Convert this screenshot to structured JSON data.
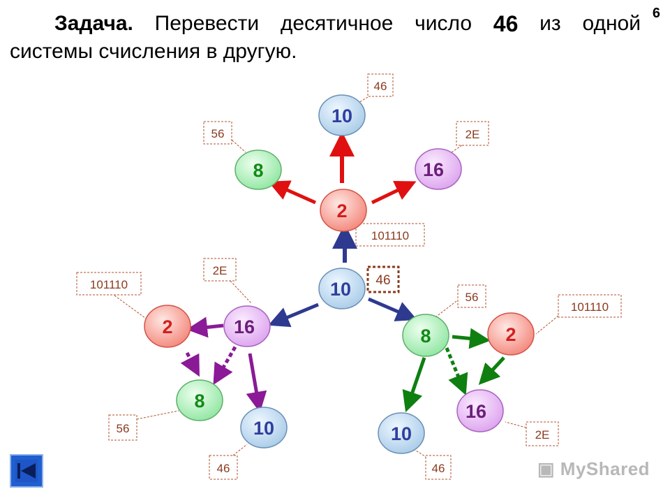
{
  "title": {
    "bold": "Задача.",
    "before": "Перевести",
    "w2": "десятичное",
    "w3": "число",
    "number": "46",
    "w4": "из",
    "w5": "одной",
    "line2": "системы счисления в другую."
  },
  "page_number": "6",
  "watermark": "MyShared",
  "colors": {
    "blue_node": "#2f3f9e",
    "red_node": "#d11f1f",
    "green_node": "#138a17",
    "purple_node": "#6b1f7a",
    "red_arrow": "#e01010",
    "blue_arrow": "#2e3a8f",
    "green_arrow": "#0f7f10",
    "purple_arrow": "#8a1a96",
    "callout": "#b0502b",
    "nav_button": "#1f5fcf"
  },
  "nodes": [
    {
      "id": "c10",
      "label": "10",
      "base": "blue"
    },
    {
      "id": "t10",
      "label": "10",
      "base": "blue"
    },
    {
      "id": "t8",
      "label": "8",
      "base": "green"
    },
    {
      "id": "t16",
      "label": "16",
      "base": "purple"
    },
    {
      "id": "t2",
      "label": "2",
      "base": "red"
    },
    {
      "id": "l16",
      "label": "16",
      "base": "purple"
    },
    {
      "id": "l2",
      "label": "2",
      "base": "red"
    },
    {
      "id": "l8",
      "label": "8",
      "base": "green"
    },
    {
      "id": "l10",
      "label": "10",
      "base": "blue"
    },
    {
      "id": "r8",
      "label": "8",
      "base": "green"
    },
    {
      "id": "r2",
      "label": "2",
      "base": "red"
    },
    {
      "id": "r16",
      "label": "16",
      "base": "purple"
    },
    {
      "id": "r10",
      "label": "10",
      "base": "blue"
    }
  ],
  "callouts": [
    {
      "id": "co-t10",
      "text": "46"
    },
    {
      "id": "co-t8",
      "text": "56"
    },
    {
      "id": "co-t16",
      "text": "2E"
    },
    {
      "id": "co-t2",
      "text": "101110"
    },
    {
      "id": "co-c10",
      "text": "46"
    },
    {
      "id": "co-l16",
      "text": "2E"
    },
    {
      "id": "co-l2",
      "text": "101110"
    },
    {
      "id": "co-l8",
      "text": "56"
    },
    {
      "id": "co-l10",
      "text": "46"
    },
    {
      "id": "co-r8",
      "text": "56"
    },
    {
      "id": "co-r2",
      "text": "101110"
    },
    {
      "id": "co-r16",
      "text": "2E"
    },
    {
      "id": "co-r10",
      "text": "46"
    }
  ]
}
